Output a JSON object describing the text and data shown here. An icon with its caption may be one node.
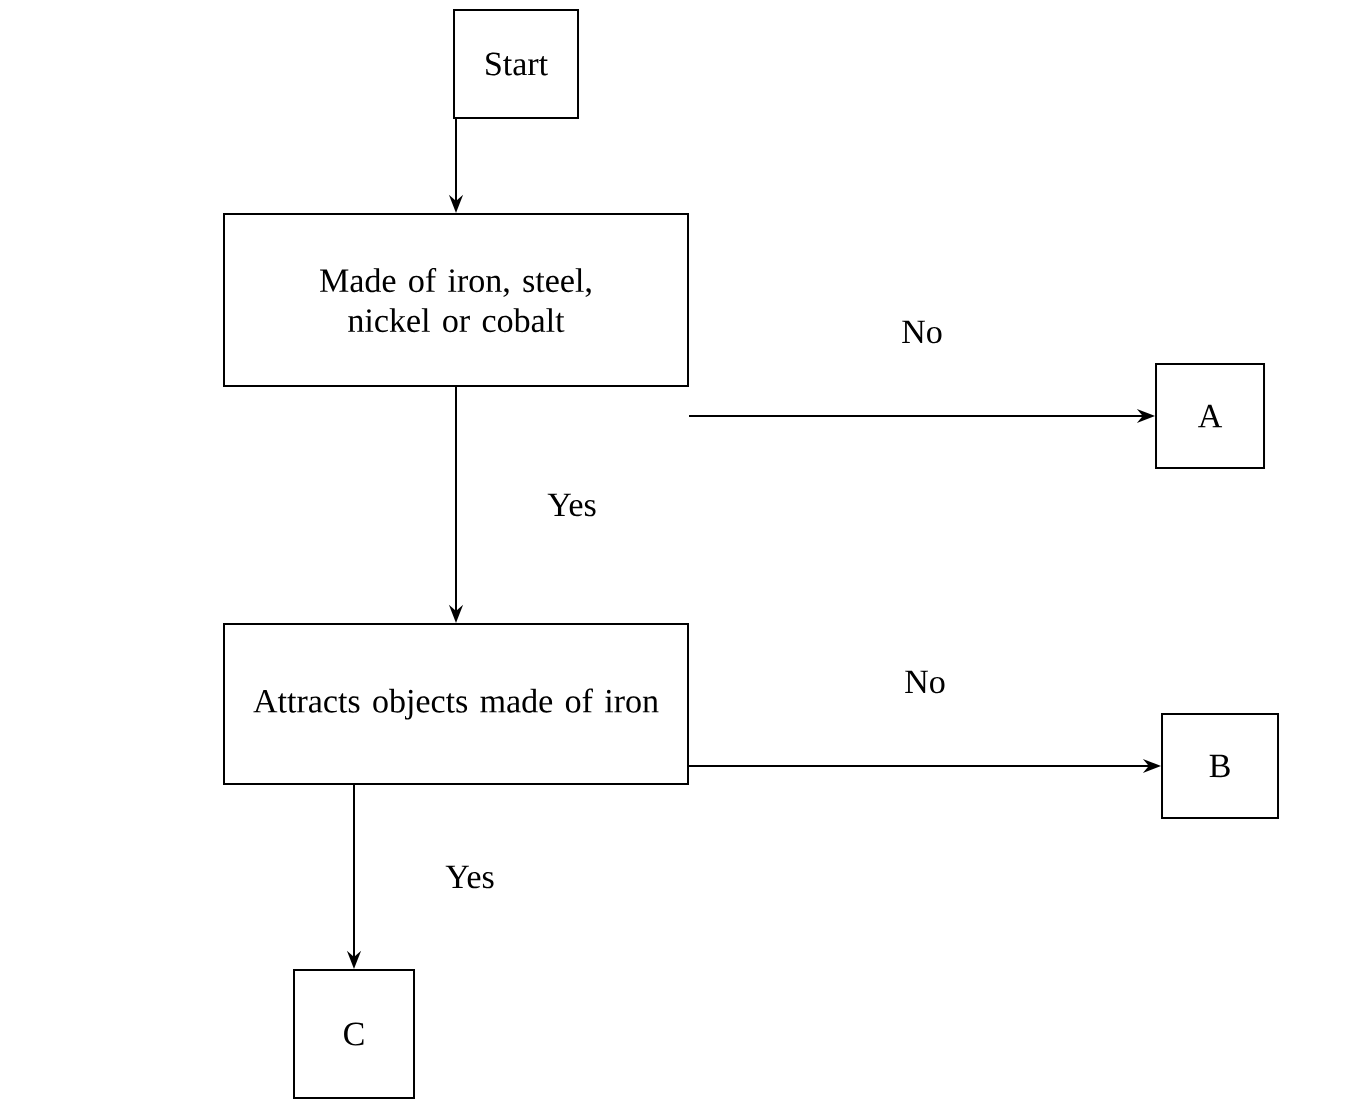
{
  "diagram": {
    "nodes": [
      {
        "text": [
          "Start"
        ]
      },
      {
        "text": [
          "Made of iron, steel, nickel or cobalt"
        ]
      },
      {
        "text": [
          "A"
        ]
      },
      {
        "text": [
          "Attracts objects made of iron"
        ]
      },
      {
        "text": [
          "B"
        ]
      },
      {
        "text": [
          "C"
        ]
      }
    ],
    "edges": [
      {
        "from": 0,
        "to": 1,
        "arrow": "to"
      },
      {
        "from": 1,
        "to": 2,
        "arrow": "to",
        "label": "No"
      },
      {
        "from": 1,
        "to": 3,
        "arrow": "to",
        "label": "Yes"
      },
      {
        "from": 3,
        "to": 4,
        "arrow": "to",
        "label": "No"
      },
      {
        "from": 3,
        "to": 5,
        "arrow": "to",
        "label": "Yes"
      }
    ]
  }
}
